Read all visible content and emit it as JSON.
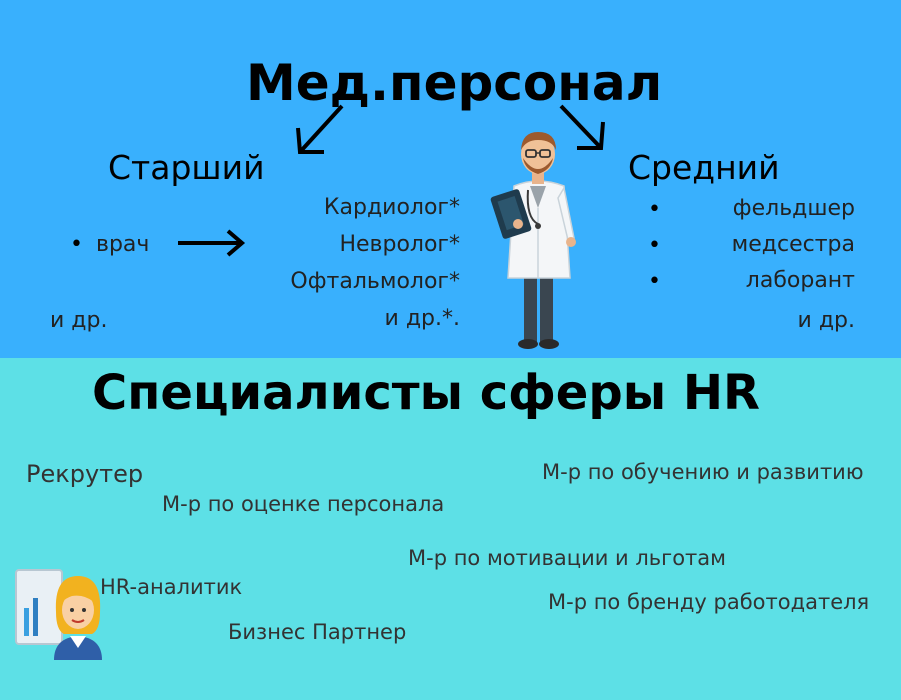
{
  "med": {
    "title": "Мед.персонал",
    "senior": {
      "heading": "Старший",
      "bullet_item": "врач",
      "etc": "и др.",
      "specialists": [
        "Кардиолог*",
        "Невролог*",
        "Офтальмолог*",
        "и др.*."
      ]
    },
    "middle": {
      "heading": "Средний",
      "items": [
        "фельдшер",
        "медсестра",
        "лаборант"
      ],
      "etc": "и др."
    }
  },
  "hr": {
    "title": "Специалисты сферы HR",
    "roles": {
      "recruiter": "Рекрутер",
      "assessment": "М-р по оценке персонала",
      "training": "М-р по обучению и развитию",
      "motivation": "М-р по мотивации и льготам",
      "analyst": "HR-аналитик",
      "brand": "М-р по бренду работодателя",
      "partner": "Бизнес Партнер"
    }
  },
  "icons": {
    "doctor": "doctor-illustration",
    "hr_person": "hr-analyst-illustration",
    "arrows": "arrow-icon"
  },
  "colors": {
    "top_bg": "#39b0fd",
    "bottom_bg": "#5de0e6"
  }
}
